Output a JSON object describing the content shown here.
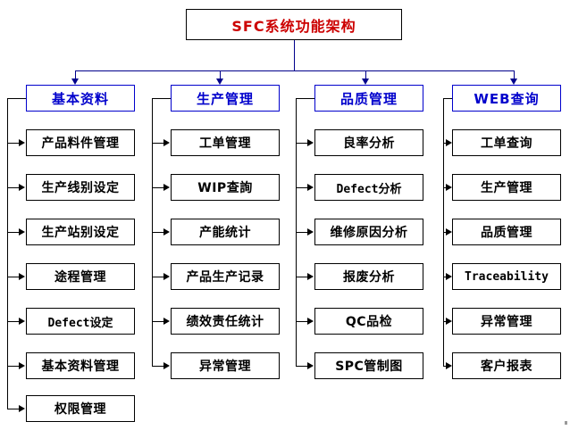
{
  "diagram": {
    "title": "SFC系统功能架构",
    "title_color": "#cc0000",
    "header_color": "#0000cc",
    "leaf_color": "#000000",
    "columns": [
      {
        "header": "基本资料",
        "items": [
          {
            "label": "产品料件管理",
            "mono": false
          },
          {
            "label": "生产线别设定",
            "mono": false
          },
          {
            "label": "生产站别设定",
            "mono": false
          },
          {
            "label": "途程管理",
            "mono": false
          },
          {
            "label": "Defect设定",
            "mono": true
          },
          {
            "label": "基本资料管理",
            "mono": false
          },
          {
            "label": "权限管理",
            "mono": false
          }
        ]
      },
      {
        "header": "生产管理",
        "items": [
          {
            "label": "工单管理",
            "mono": false
          },
          {
            "label": "WIP查詢",
            "mono": false
          },
          {
            "label": "产能统计",
            "mono": false
          },
          {
            "label": "产品生产记录",
            "mono": false
          },
          {
            "label": "绩效责任统计",
            "mono": false
          },
          {
            "label": "异常管理",
            "mono": false
          }
        ]
      },
      {
        "header": "品质管理",
        "items": [
          {
            "label": "良率分析",
            "mono": false
          },
          {
            "label": "Defect分析",
            "mono": true
          },
          {
            "label": "维修原因分析",
            "mono": false
          },
          {
            "label": "报废分析",
            "mono": false
          },
          {
            "label": "QC品检",
            "mono": false
          },
          {
            "label": "SPC管制图",
            "mono": false
          }
        ]
      },
      {
        "header": "WEB查询",
        "items": [
          {
            "label": "工单查询",
            "mono": false
          },
          {
            "label": "生产管理",
            "mono": false
          },
          {
            "label": "品质管理",
            "mono": false
          },
          {
            "label": "Traceability",
            "mono": true
          },
          {
            "label": "异常管理",
            "mono": false
          },
          {
            "label": "客户报表",
            "mono": false
          }
        ]
      }
    ]
  }
}
